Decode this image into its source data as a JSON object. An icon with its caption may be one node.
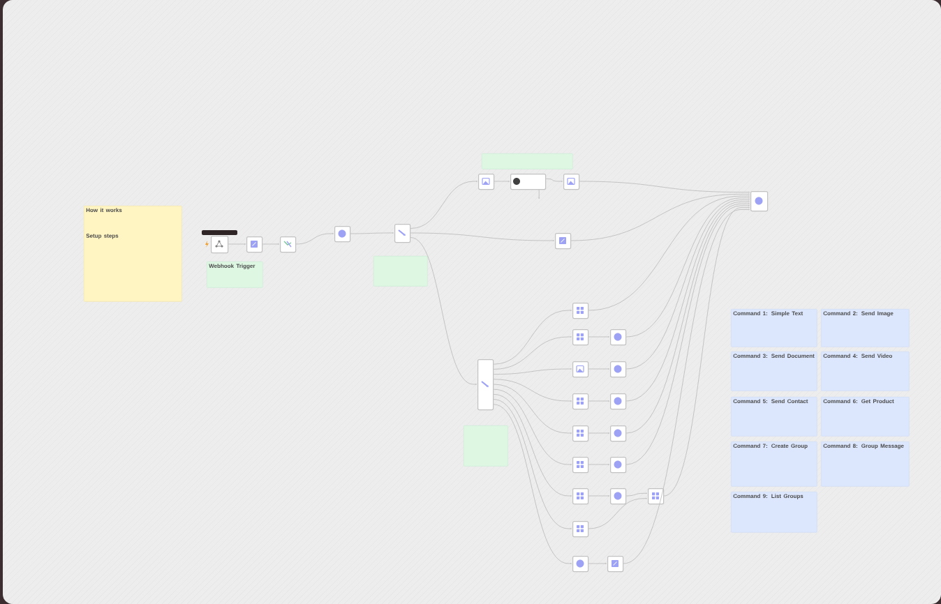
{
  "diagram": {
    "nodes": [
      {
        "text": [
          "How it works",
          "Setup steps"
        ]
      },
      {
        "text": [],
        "shape": "box"
      },
      {
        "text": [],
        "shape": "box"
      },
      {
        "text": [],
        "shape": "box"
      },
      {
        "text": [
          "Webhook Trigger"
        ]
      },
      {
        "text": [],
        "shape": "box"
      },
      {
        "text": [],
        "shape": "box"
      },
      {
        "text": [],
        "shape": "box"
      },
      {
        "text": [],
        "shape": "box"
      },
      {
        "text": [],
        "shape": "box"
      },
      {
        "text": [],
        "shape": "box"
      },
      {
        "text": [],
        "shape": "box"
      },
      {
        "text": [],
        "shape": "box"
      },
      {
        "text": [],
        "shape": "box"
      },
      {
        "text": [],
        "shape": "box"
      },
      {
        "text": [],
        "shape": "box"
      },
      {
        "text": [],
        "shape": "box"
      },
      {
        "text": [],
        "shape": "box"
      },
      {
        "text": [],
        "shape": "box"
      },
      {
        "text": [],
        "shape": "box"
      },
      {
        "text": [],
        "shape": "box"
      },
      {
        "text": [],
        "shape": "box"
      },
      {
        "text": [],
        "shape": "box"
      },
      {
        "text": [],
        "shape": "box"
      },
      {
        "text": [],
        "shape": "box"
      },
      {
        "text": [],
        "shape": "box"
      },
      {
        "text": [],
        "shape": "box"
      },
      {
        "text": [],
        "shape": "box"
      },
      {
        "text": [],
        "shape": "box"
      },
      {
        "text": [],
        "shape": "box"
      },
      {
        "text": [],
        "shape": "box"
      },
      {
        "text": [],
        "shape": "box"
      },
      {
        "text": [],
        "shape": "box"
      },
      {
        "text": [
          "Command 1: Simple Text"
        ]
      },
      {
        "text": [
          "Command 2: Send Image"
        ]
      },
      {
        "text": [
          "Command 3: Send Document"
        ]
      },
      {
        "text": [
          "Command 4: Send Video"
        ]
      },
      {
        "text": [
          "Command 5: Send Contact"
        ]
      },
      {
        "text": [
          "Command 6: Get Product"
        ]
      },
      {
        "text": [
          "Command 7: Create Group"
        ]
      },
      {
        "text": [
          "Command 8: Group Message"
        ]
      },
      {
        "text": [
          "Command 9: List Groups"
        ]
      }
    ],
    "edges": [
      {
        "from": 1,
        "to": 2,
        "arrow": "to"
      },
      {
        "from": 2,
        "to": 3,
        "arrow": "to"
      },
      {
        "from": 3,
        "to": 5,
        "arrow": "to"
      },
      {
        "from": 5,
        "to": 6,
        "arrow": "to"
      },
      {
        "from": 6,
        "to": 9,
        "arrow": "to"
      },
      {
        "from": 6,
        "to": 12,
        "arrow": "to"
      },
      {
        "from": 6,
        "to": 14,
        "arrow": "to"
      },
      {
        "from": 9,
        "to": 10,
        "arrow": "to"
      },
      {
        "from": 10,
        "to": 11,
        "arrow": "to"
      },
      {
        "from": 11,
        "to": 13,
        "arrow": "to"
      },
      {
        "from": 12,
        "to": 13,
        "arrow": "to"
      },
      {
        "from": 14,
        "to": 16,
        "arrow": "to"
      },
      {
        "from": 14,
        "to": 17,
        "arrow": "to"
      },
      {
        "from": 14,
        "to": 19,
        "arrow": "to"
      },
      {
        "from": 14,
        "to": 21,
        "arrow": "to"
      },
      {
        "from": 14,
        "to": 23,
        "arrow": "to"
      },
      {
        "from": 14,
        "to": 25,
        "arrow": "to"
      },
      {
        "from": 14,
        "to": 27,
        "arrow": "to"
      },
      {
        "from": 14,
        "to": 30,
        "arrow": "to"
      },
      {
        "from": 14,
        "to": 31,
        "arrow": "to"
      },
      {
        "from": 17,
        "to": 18,
        "arrow": "to"
      },
      {
        "from": 19,
        "to": 20,
        "arrow": "to"
      },
      {
        "from": 21,
        "to": 22,
        "arrow": "to"
      },
      {
        "from": 23,
        "to": 24,
        "arrow": "to"
      },
      {
        "from": 25,
        "to": 26,
        "arrow": "to"
      },
      {
        "from": 27,
        "to": 28,
        "arrow": "to"
      },
      {
        "from": 28,
        "to": 29,
        "arrow": "to"
      },
      {
        "from": 16,
        "to": 13,
        "arrow": "to"
      },
      {
        "from": 18,
        "to": 13,
        "arrow": "to"
      },
      {
        "from": 20,
        "to": 13,
        "arrow": "to"
      },
      {
        "from": 22,
        "to": 13,
        "arrow": "to"
      },
      {
        "from": 24,
        "to": 13,
        "arrow": "to"
      },
      {
        "from": 26,
        "to": 13,
        "arrow": "to"
      },
      {
        "from": 29,
        "to": 13,
        "arrow": "to"
      },
      {
        "from": 30,
        "to": 29,
        "arrow": "to"
      },
      {
        "from": 32,
        "to": 13,
        "arrow": "to"
      },
      {
        "from": 31,
        "to": 32,
        "arrow": "to"
      },
      {
        "from": 10,
        "to": null,
        "arrow": "to"
      }
    ]
  }
}
